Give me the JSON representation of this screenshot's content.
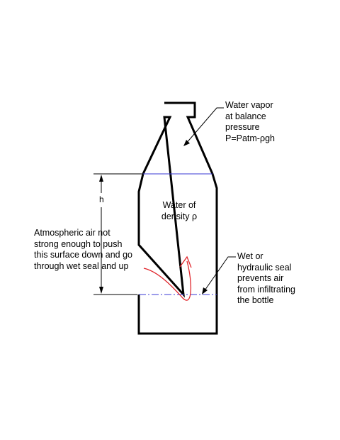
{
  "labels": {
    "vapor": [
      "Water vapor",
      "at balance",
      "pressure",
      "P=Patm-ρgh"
    ],
    "water": [
      "Water of",
      "density ρ"
    ],
    "atmospheric": [
      "Atmospheric air not",
      "strong enough to push",
      "this surface down and go",
      "through wet seal and up"
    ],
    "seal": [
      "Wet or",
      "hydraulic seal",
      "prevents air",
      "from infiltrating",
      "the bottle"
    ],
    "height": "h"
  },
  "colors": {
    "outline": "#000000",
    "water_level": "#3a3ad6",
    "air_path": "#e0252b"
  }
}
